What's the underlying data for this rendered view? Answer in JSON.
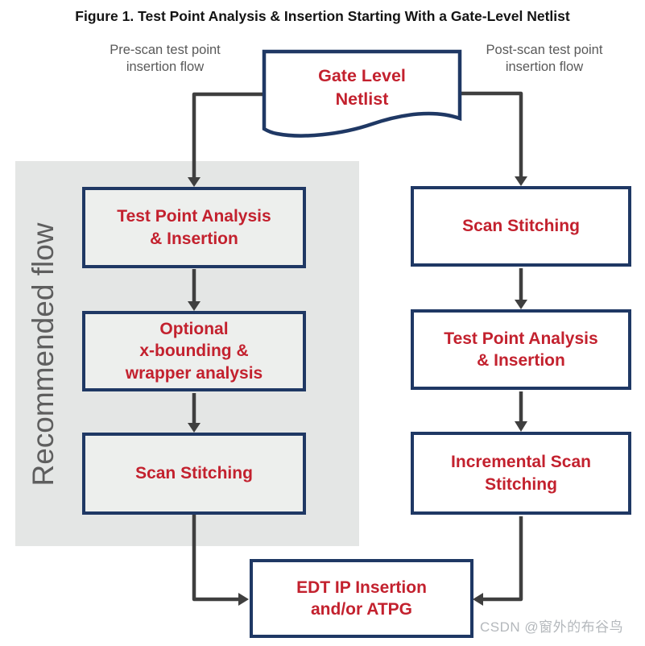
{
  "figure": {
    "title": "Figure 1. Test Point Analysis & Insertion Starting With a Gate-Level Netlist",
    "watermark": "CSDN @窗外的布谷鸟"
  },
  "labels": {
    "pre_scan": "Pre-scan test point\ninsertion flow",
    "post_scan": "Post-scan test point\ninsertion flow",
    "recommended": "Recommended flow"
  },
  "start": {
    "label": "Gate Level\nNetlist",
    "shape": "document"
  },
  "left_flow": {
    "steps": [
      {
        "label": "Test Point Analysis\n& Insertion"
      },
      {
        "label": "Optional\nx-bounding &\nwrapper analysis"
      },
      {
        "label": "Scan Stitching"
      }
    ]
  },
  "right_flow": {
    "steps": [
      {
        "label": "Scan Stitching"
      },
      {
        "label": "Test Point Analysis\n& Insertion"
      },
      {
        "label": "Incremental Scan\nStitching"
      }
    ]
  },
  "end": {
    "label": "EDT IP Insertion\nand/or ATPG"
  },
  "colors": {
    "box_border": "#1f3864",
    "box_text": "#c3212e",
    "arrow": "#3f3f3f",
    "panel_bg": "#e4e6e5",
    "label_gray": "#595959",
    "watermark_gray": "#b4b8bc"
  }
}
